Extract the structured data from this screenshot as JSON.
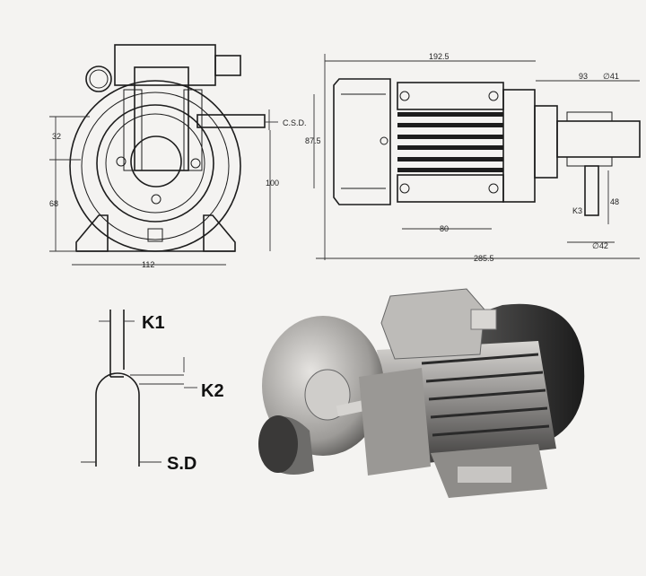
{
  "front_view": {
    "dims": {
      "shaft_dia": "C.S.D.",
      "upper": "32",
      "lower": "68",
      "shaft_height": "100",
      "foot_width": "112"
    }
  },
  "side_view": {
    "dims": {
      "body_length": "192.5",
      "gear_length": "93",
      "gear_dia": "∅41",
      "height": "87.5",
      "foot_spacing": "80",
      "total_length": "285.5",
      "shaft_length": "48",
      "key": "K3",
      "flange_dia": "∅42"
    }
  },
  "shaft_detail": {
    "labels": {
      "k1": "K1",
      "k2": "K2",
      "sd": "S.D"
    }
  }
}
